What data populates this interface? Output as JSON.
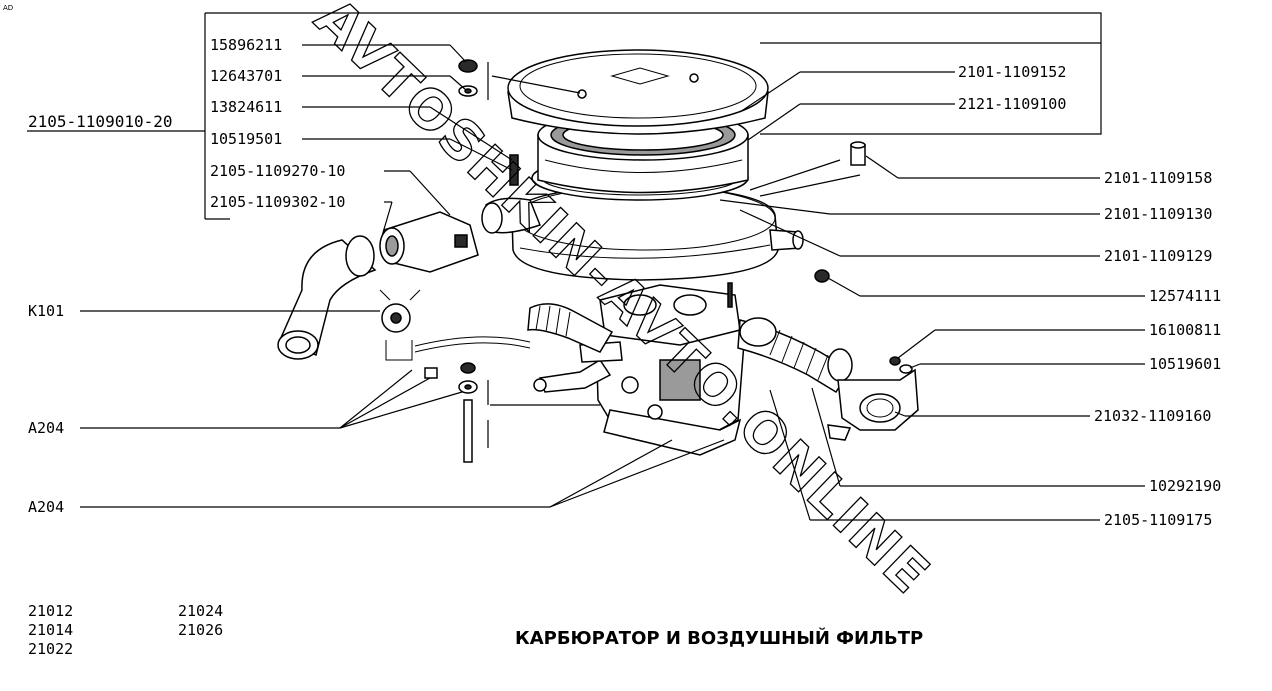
{
  "corner_mark": "AD",
  "title": "КАРБЮРАТОР И ВОЗДУШНЫЙ ФИЛЬТР",
  "watermark": "AVTOSHKIN-AVTO.ONLINE",
  "assembly_label": "2105-1109010-20",
  "models": [
    "21012",
    "21014",
    "21022",
    "21024",
    "21026"
  ],
  "labels": {
    "p15896211": "15896211",
    "p12643701": "12643701",
    "p13824611": "13824611",
    "p10519501": "10519501",
    "p2105_1109270_10": "2105-1109270-10",
    "p2105_1109302_10": "2105-1109302-10",
    "k101": "K101",
    "a204_1": "A204",
    "a204_2": "A204",
    "p2101_1109152": "2101-1109152",
    "p2121_1109100": "2121-1109100",
    "p2101_1109158": "2101-1109158",
    "p2101_1109130": "2101-1109130",
    "p2101_1109129": "2101-1109129",
    "p12574111": "12574111",
    "p16100811": "16100811",
    "p10519601": "10519601",
    "p21032_1109160": "21032-1109160",
    "p10292190": "10292190",
    "p2105_1109175": "2105-1109175"
  }
}
